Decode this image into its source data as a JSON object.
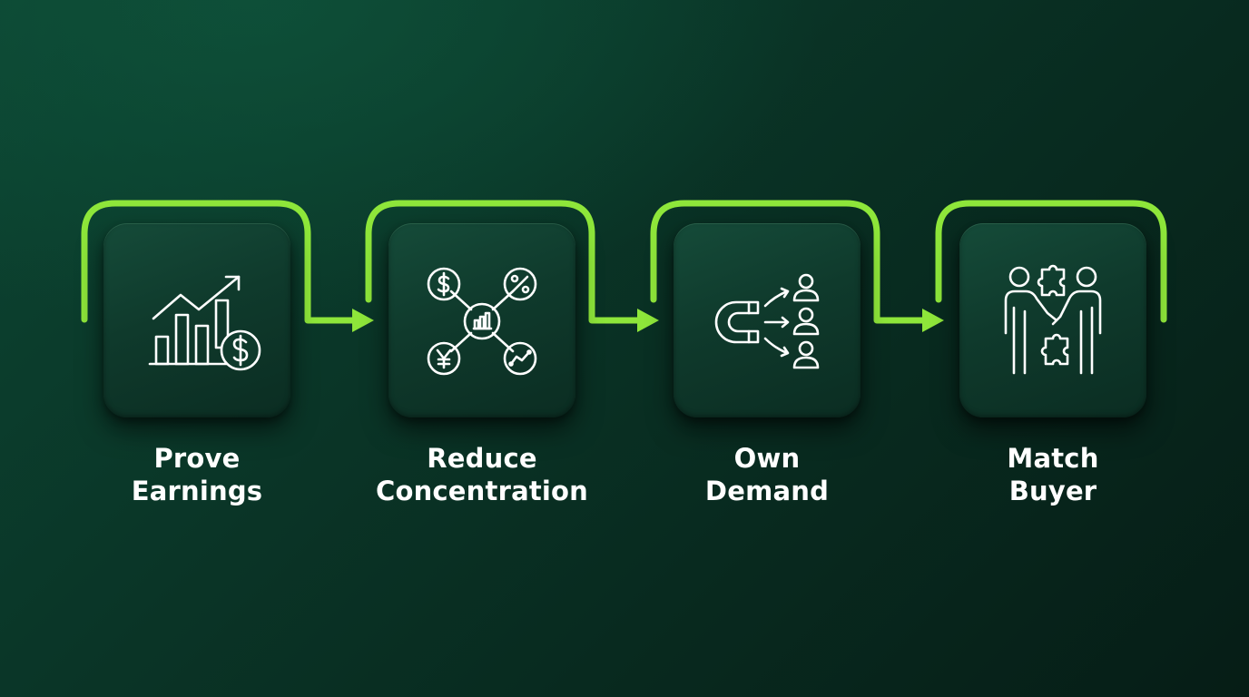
{
  "colors": {
    "accent": "#8ee63a",
    "icon_stroke": "#ffffff",
    "label_text": "#ffffff"
  },
  "steps": [
    {
      "line1": "Prove",
      "line2": "Earnings",
      "icon": "growth-chart-dollar-icon"
    },
    {
      "line1": "Reduce",
      "line2": "Concentration",
      "icon": "diversified-network-icon"
    },
    {
      "line1": "Own",
      "line2": "Demand",
      "icon": "magnet-audience-icon"
    },
    {
      "line1": "Match",
      "line2": "Buyer",
      "icon": "handshake-puzzle-icon"
    }
  ]
}
